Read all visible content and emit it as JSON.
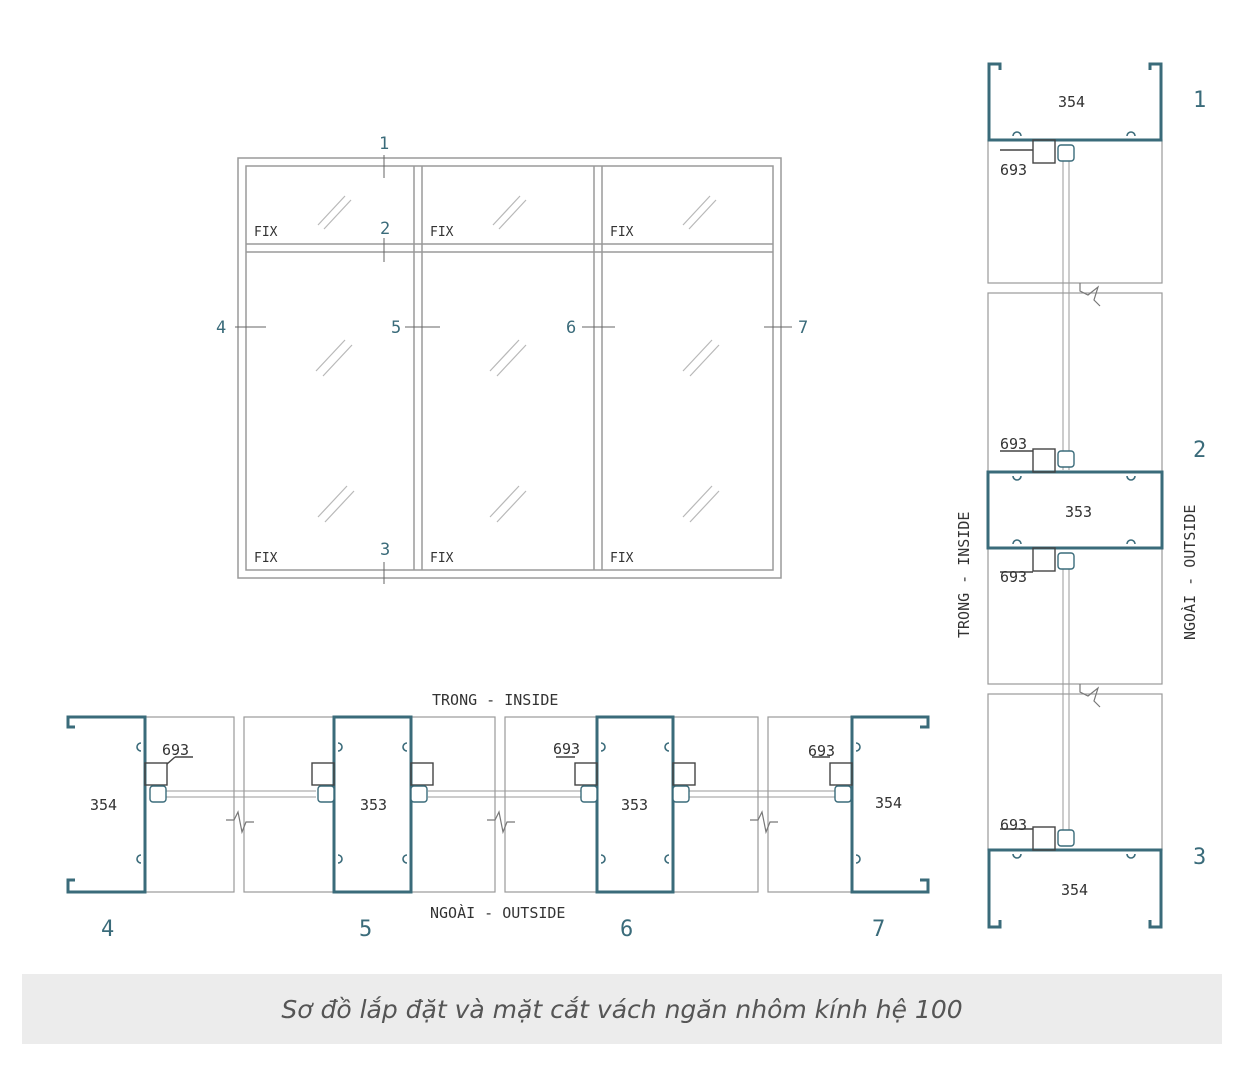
{
  "caption": "Sơ đồ lắp đặt và mặt cắt vách ngăn nhôm kính hệ 100",
  "colors": {
    "profile": "#3a6b7a",
    "line": "#9a9a9a",
    "text": "#333333",
    "glass": "#b8b8b8"
  },
  "elevation": {
    "fix_label": "FIX",
    "section_marks": [
      "1",
      "2",
      "3",
      "4",
      "5",
      "6",
      "7"
    ]
  },
  "horizontal_section": {
    "inside_label": "TRONG - INSIDE",
    "outside_label": "NGOÀI - OUTSIDE",
    "profile_codes": {
      "p354": "354",
      "p353": "353",
      "p693": "693"
    },
    "section_numbers": [
      "4",
      "5",
      "6",
      "7"
    ]
  },
  "vertical_section": {
    "inside_label": "TRONG - INSIDE",
    "outside_label": "NGOÀI - OUTSIDE",
    "profile_codes": {
      "p354": "354",
      "p353": "353",
      "p693": "693"
    },
    "section_numbers": [
      "1",
      "2",
      "3"
    ]
  }
}
